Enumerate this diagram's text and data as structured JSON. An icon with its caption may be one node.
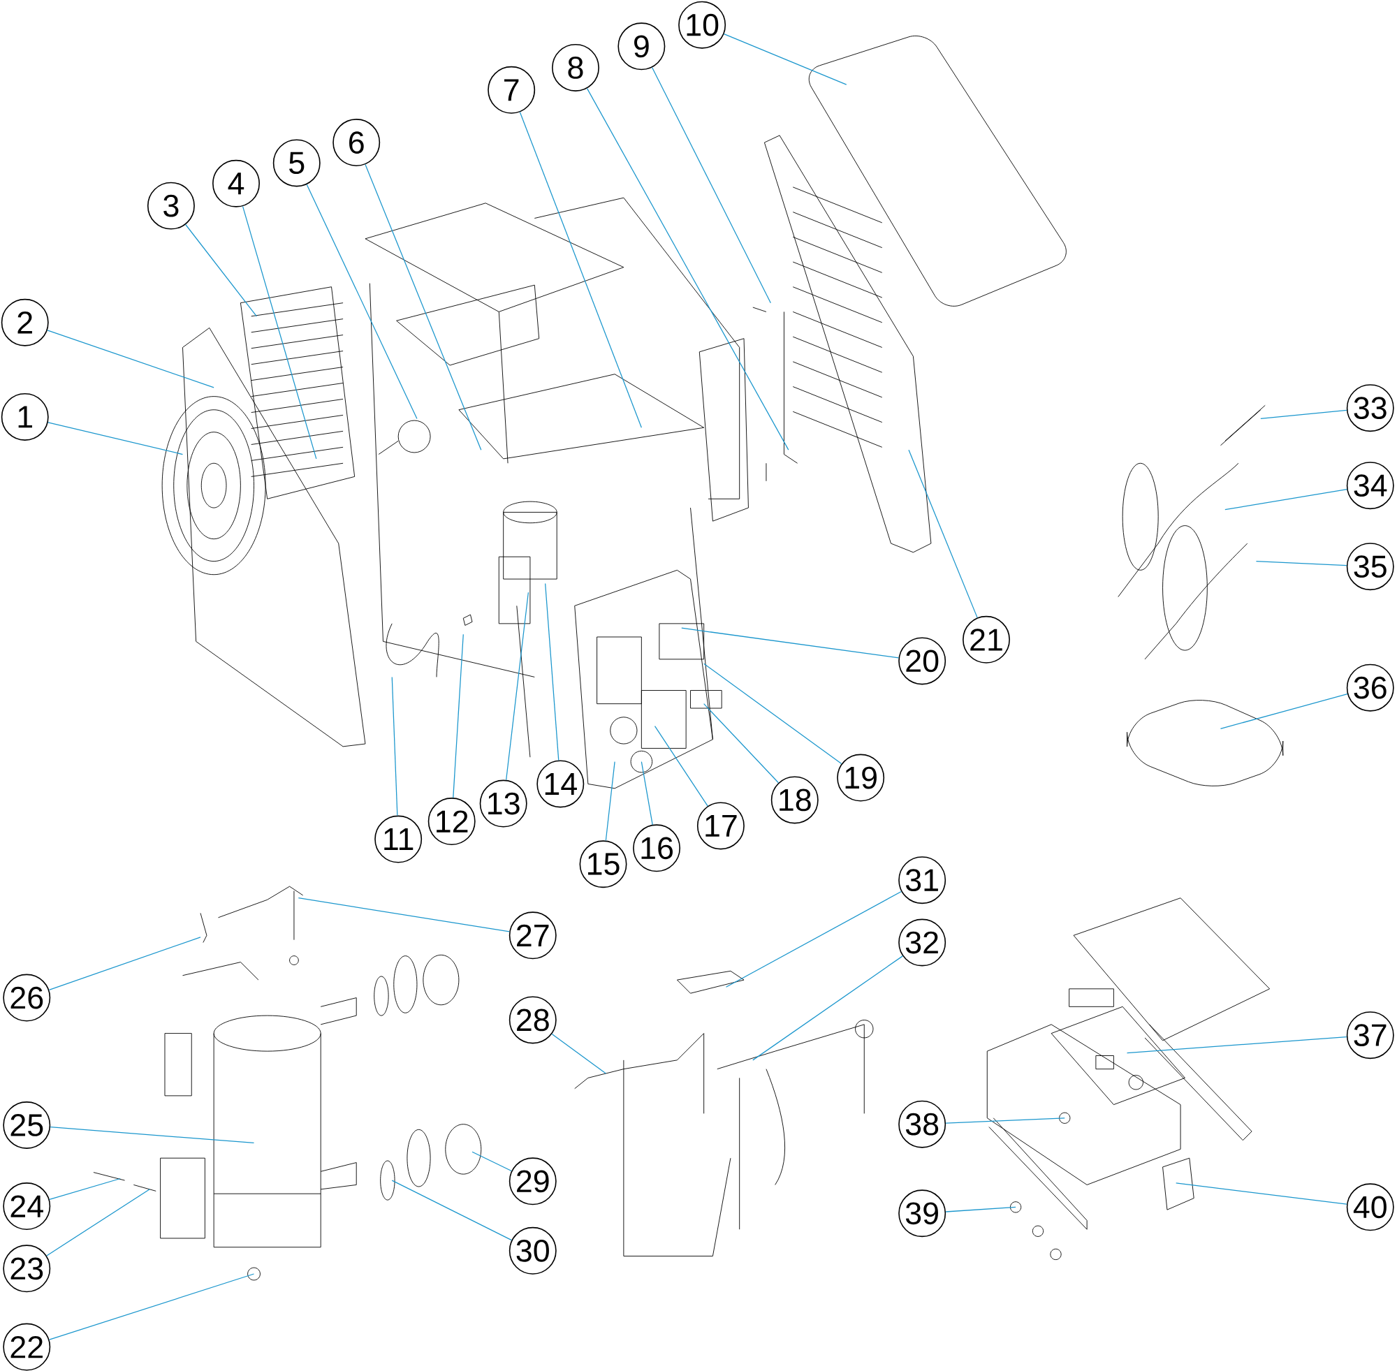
{
  "diagram": {
    "nodes": [
      {
        "text": [
          "1"
        ]
      },
      {
        "text": [
          "2"
        ]
      },
      {
        "text": [
          "3"
        ]
      },
      {
        "text": [
          "4"
        ]
      },
      {
        "text": [
          "5"
        ]
      },
      {
        "text": [
          "6"
        ]
      },
      {
        "text": [
          "7"
        ]
      },
      {
        "text": [
          "8"
        ]
      },
      {
        "text": [
          "9"
        ]
      },
      {
        "text": [
          "10"
        ]
      },
      {
        "text": [
          "11"
        ]
      },
      {
        "text": [
          "12"
        ]
      },
      {
        "text": [
          "13"
        ]
      },
      {
        "text": [
          "14"
        ]
      },
      {
        "text": [
          "15"
        ]
      },
      {
        "text": [
          "16"
        ]
      },
      {
        "text": [
          "17"
        ]
      },
      {
        "text": [
          "18"
        ]
      },
      {
        "text": [
          "19"
        ]
      },
      {
        "text": [
          "20"
        ]
      },
      {
        "text": [
          "21"
        ]
      },
      {
        "text": [
          "22"
        ]
      },
      {
        "text": [
          "23"
        ]
      },
      {
        "text": [
          "24"
        ]
      },
      {
        "text": [
          "25"
        ]
      },
      {
        "text": [
          "26"
        ]
      },
      {
        "text": [
          "27"
        ]
      },
      {
        "text": [
          "28"
        ]
      },
      {
        "text": [
          "29"
        ]
      },
      {
        "text": [
          "30"
        ]
      },
      {
        "text": [
          "31"
        ]
      },
      {
        "text": [
          "32"
        ]
      },
      {
        "text": [
          "33"
        ]
      },
      {
        "text": [
          "34"
        ]
      },
      {
        "text": [
          "35"
        ]
      },
      {
        "text": [
          "36"
        ]
      },
      {
        "text": [
          "37"
        ]
      },
      {
        "text": [
          "38"
        ]
      },
      {
        "text": [
          "39"
        ]
      },
      {
        "text": [
          "40"
        ]
      }
    ],
    "edges": [
      {
        "from": 0,
        "to": null,
        "arrow": "none"
      },
      {
        "from": 1,
        "to": null,
        "arrow": "none"
      },
      {
        "from": 2,
        "to": null,
        "arrow": "none"
      },
      {
        "from": 3,
        "to": null,
        "arrow": "none"
      },
      {
        "from": 4,
        "to": null,
        "arrow": "none"
      },
      {
        "from": 5,
        "to": null,
        "arrow": "none"
      },
      {
        "from": 6,
        "to": null,
        "arrow": "none"
      },
      {
        "from": 7,
        "to": null,
        "arrow": "none"
      },
      {
        "from": 8,
        "to": null,
        "arrow": "none"
      },
      {
        "from": 9,
        "to": null,
        "arrow": "none"
      },
      {
        "from": 10,
        "to": null,
        "arrow": "none"
      },
      {
        "from": 11,
        "to": null,
        "arrow": "none"
      },
      {
        "from": 12,
        "to": null,
        "arrow": "none"
      },
      {
        "from": 13,
        "to": null,
        "arrow": "none"
      },
      {
        "from": 14,
        "to": null,
        "arrow": "none"
      },
      {
        "from": 15,
        "to": null,
        "arrow": "none"
      },
      {
        "from": 16,
        "to": null,
        "arrow": "none"
      },
      {
        "from": 17,
        "to": null,
        "arrow": "none"
      },
      {
        "from": 18,
        "to": null,
        "arrow": "none"
      },
      {
        "from": 19,
        "to": null,
        "arrow": "none"
      },
      {
        "from": 20,
        "to": null,
        "arrow": "none"
      },
      {
        "from": 21,
        "to": null,
        "arrow": "none"
      },
      {
        "from": 22,
        "to": null,
        "arrow": "none"
      },
      {
        "from": 23,
        "to": null,
        "arrow": "none"
      },
      {
        "from": 24,
        "to": null,
        "arrow": "none"
      },
      {
        "from": 25,
        "to": null,
        "arrow": "none"
      },
      {
        "from": 26,
        "to": null,
        "arrow": "none"
      },
      {
        "from": 27,
        "to": null,
        "arrow": "none"
      },
      {
        "from": 28,
        "to": null,
        "arrow": "none"
      },
      {
        "from": 29,
        "to": null,
        "arrow": "none"
      },
      {
        "from": 30,
        "to": null,
        "arrow": "none"
      },
      {
        "from": 31,
        "to": null,
        "arrow": "none"
      },
      {
        "from": 32,
        "to": null,
        "arrow": "none"
      },
      {
        "from": 33,
        "to": null,
        "arrow": "none"
      },
      {
        "from": 34,
        "to": null,
        "arrow": "none"
      },
      {
        "from": 35,
        "to": null,
        "arrow": "none"
      },
      {
        "from": 36,
        "to": null,
        "arrow": "none"
      },
      {
        "from": 37,
        "to": null,
        "arrow": "none"
      },
      {
        "from": 38,
        "to": null,
        "arrow": "none"
      },
      {
        "from": 39,
        "to": null,
        "arrow": "none"
      }
    ]
  }
}
